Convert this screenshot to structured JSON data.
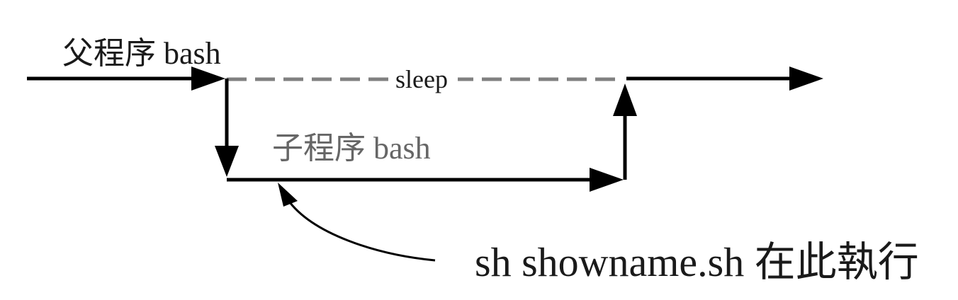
{
  "labels": {
    "parent_process": "父程序 bash",
    "sleep": "sleep",
    "child_process": "子程序 bash",
    "execution_note": "sh showname.sh 在此執行"
  },
  "colors": {
    "line": "#000000",
    "dashed_line": "#808080",
    "text": "#1a1a1a",
    "text_gray": "#666666",
    "background": "#ffffff"
  }
}
